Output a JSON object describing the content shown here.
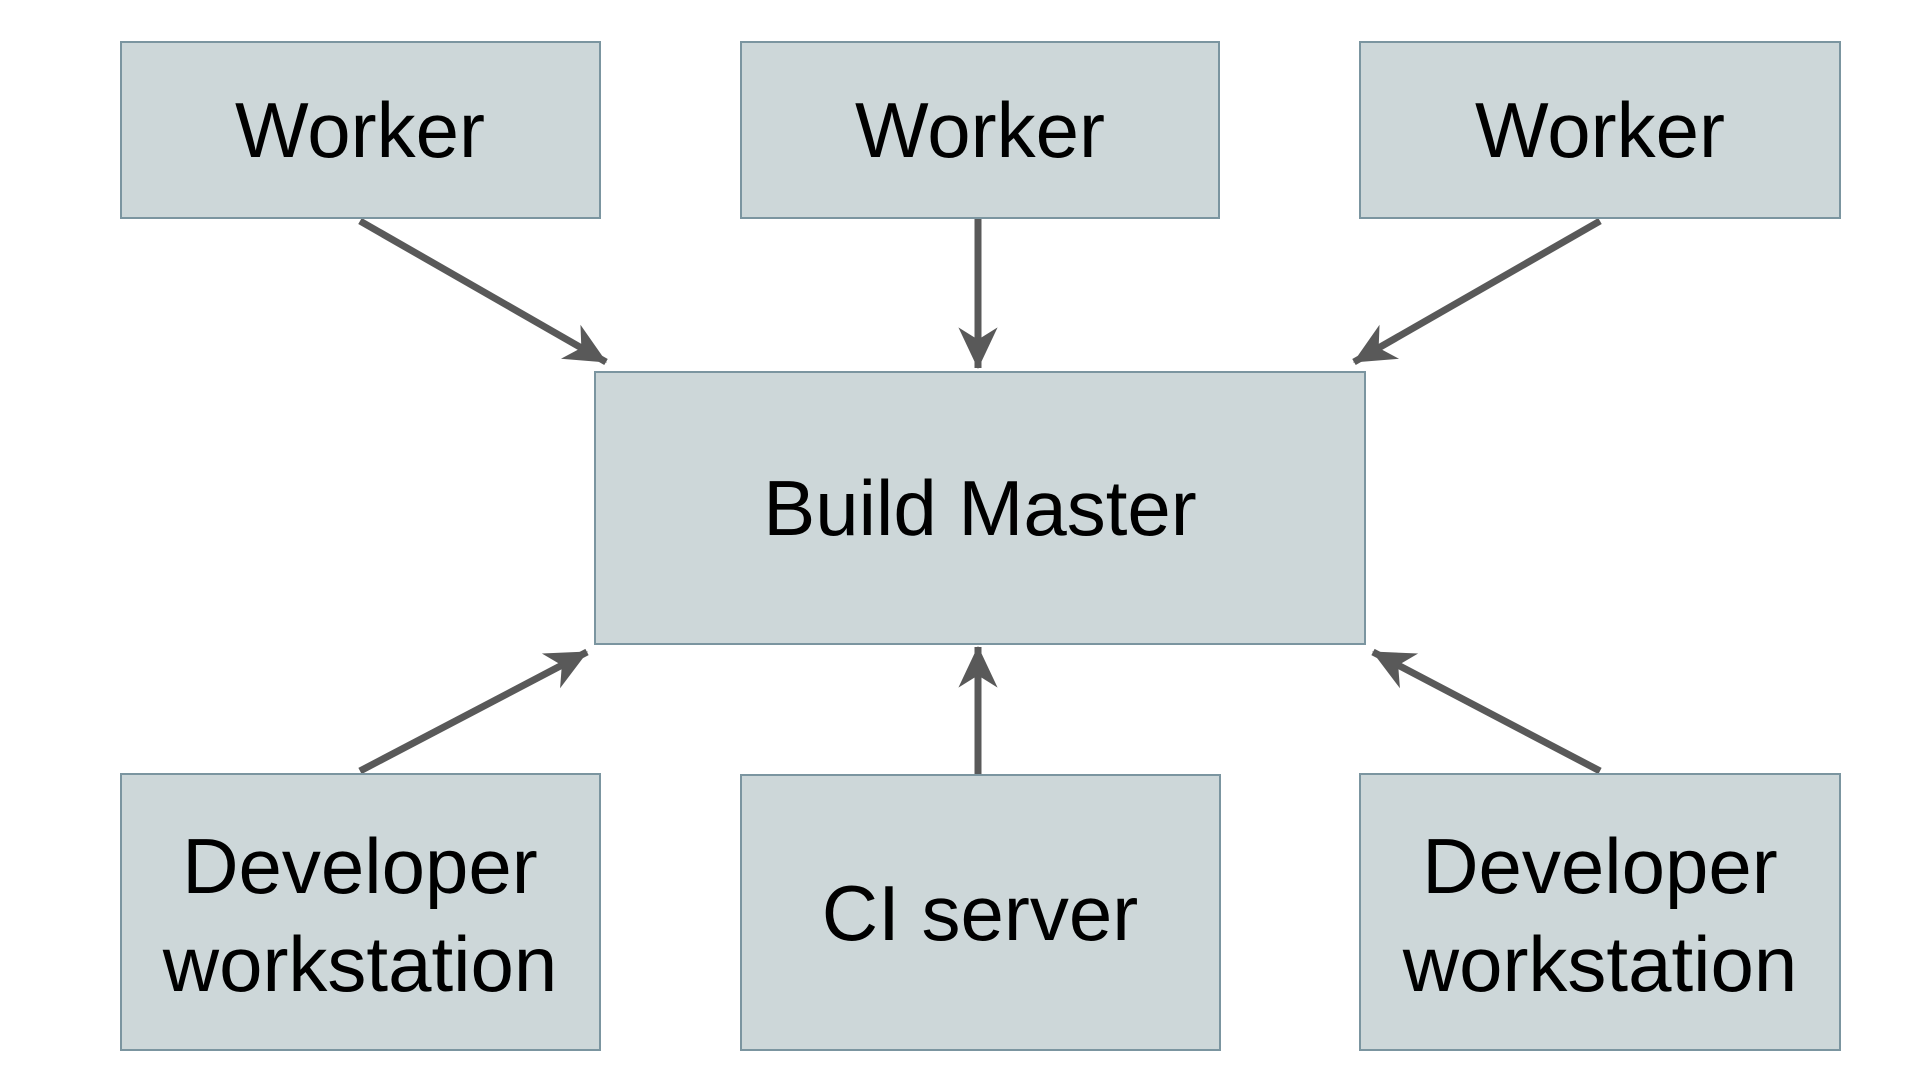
{
  "diagram": {
    "colors": {
      "background": "#ffffff",
      "node_fill": "#cdd7d9",
      "node_border": "#7b95a0",
      "arrow": "#595959",
      "text": "#000000"
    },
    "nodes": [
      {
        "id": "worker-1",
        "lines": [
          "Worker"
        ]
      },
      {
        "id": "worker-2",
        "lines": [
          "Worker"
        ]
      },
      {
        "id": "worker-3",
        "lines": [
          "Worker"
        ]
      },
      {
        "id": "build-master",
        "lines": [
          "Build Master"
        ]
      },
      {
        "id": "developer-workstation-left",
        "lines": [
          "Developer",
          "workstation"
        ]
      },
      {
        "id": "ci-server",
        "lines": [
          "CI server"
        ]
      },
      {
        "id": "developer-workstation-right",
        "lines": [
          "Developer",
          "workstation"
        ]
      }
    ],
    "edges": [
      {
        "from": "worker-1",
        "to": "build-master"
      },
      {
        "from": "worker-2",
        "to": "build-master"
      },
      {
        "from": "worker-3",
        "to": "build-master"
      },
      {
        "from": "developer-workstation-left",
        "to": "build-master"
      },
      {
        "from": "ci-server",
        "to": "build-master"
      },
      {
        "from": "developer-workstation-right",
        "to": "build-master"
      }
    ]
  }
}
